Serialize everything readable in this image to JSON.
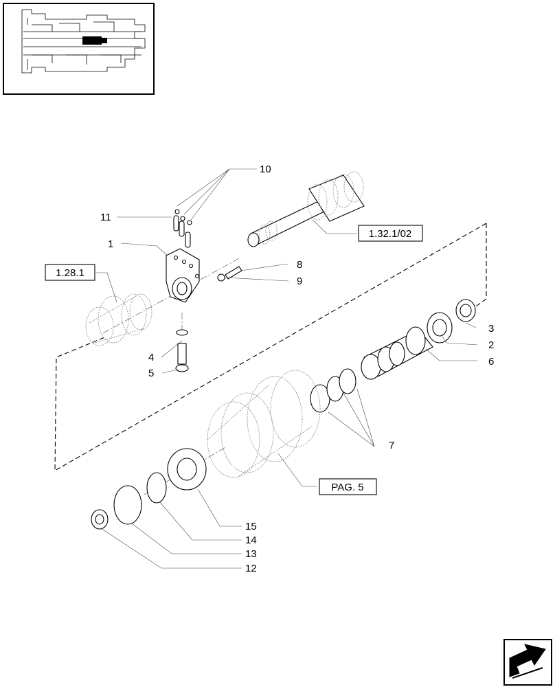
{
  "callouts": [
    {
      "id": "c1",
      "text": "1"
    },
    {
      "id": "c2",
      "text": "2"
    },
    {
      "id": "c3",
      "text": "3"
    },
    {
      "id": "c4",
      "text": "4"
    },
    {
      "id": "c5",
      "text": "5"
    },
    {
      "id": "c6",
      "text": "6"
    },
    {
      "id": "c7",
      "text": "7"
    },
    {
      "id": "c8",
      "text": "8"
    },
    {
      "id": "c9",
      "text": "9"
    },
    {
      "id": "c10",
      "text": "10"
    },
    {
      "id": "c11",
      "text": "11"
    },
    {
      "id": "c12",
      "text": "12"
    },
    {
      "id": "c13",
      "text": "13"
    },
    {
      "id": "c14",
      "text": "14"
    },
    {
      "id": "c15",
      "text": "15"
    }
  ],
  "references": {
    "ref_1281": "1.28.1",
    "ref_13201": "1.32.1/02",
    "ref_pag5": "PAG. 5"
  }
}
